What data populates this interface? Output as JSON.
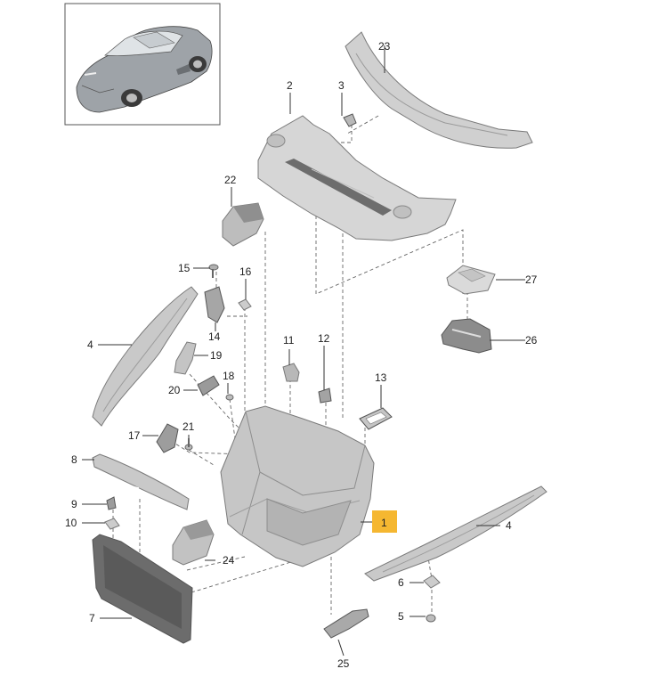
{
  "diagram": {
    "highlight_color": "#f5b731",
    "part_color": "#cfcfcf",
    "part_shade": "#a8a8a8",
    "part_dark": "#6e6e6e",
    "callouts": [
      {
        "id": "1",
        "label": "1",
        "highlighted": true
      },
      {
        "id": "2",
        "label": "2"
      },
      {
        "id": "3",
        "label": "3"
      },
      {
        "id": "4a",
        "label": "4"
      },
      {
        "id": "4b",
        "label": "4"
      },
      {
        "id": "5",
        "label": "5"
      },
      {
        "id": "6",
        "label": "6"
      },
      {
        "id": "7",
        "label": "7"
      },
      {
        "id": "8",
        "label": "8"
      },
      {
        "id": "9",
        "label": "9"
      },
      {
        "id": "10",
        "label": "10"
      },
      {
        "id": "11",
        "label": "11"
      },
      {
        "id": "12",
        "label": "12"
      },
      {
        "id": "13",
        "label": "13"
      },
      {
        "id": "14",
        "label": "14"
      },
      {
        "id": "15",
        "label": "15"
      },
      {
        "id": "16",
        "label": "16"
      },
      {
        "id": "17",
        "label": "17"
      },
      {
        "id": "18",
        "label": "18"
      },
      {
        "id": "19",
        "label": "19"
      },
      {
        "id": "20",
        "label": "20"
      },
      {
        "id": "21",
        "label": "21"
      },
      {
        "id": "22",
        "label": "22"
      },
      {
        "id": "23",
        "label": "23"
      },
      {
        "id": "24",
        "label": "24"
      },
      {
        "id": "25",
        "label": "25"
      },
      {
        "id": "26",
        "label": "26"
      },
      {
        "id": "27",
        "label": "27"
      }
    ]
  }
}
